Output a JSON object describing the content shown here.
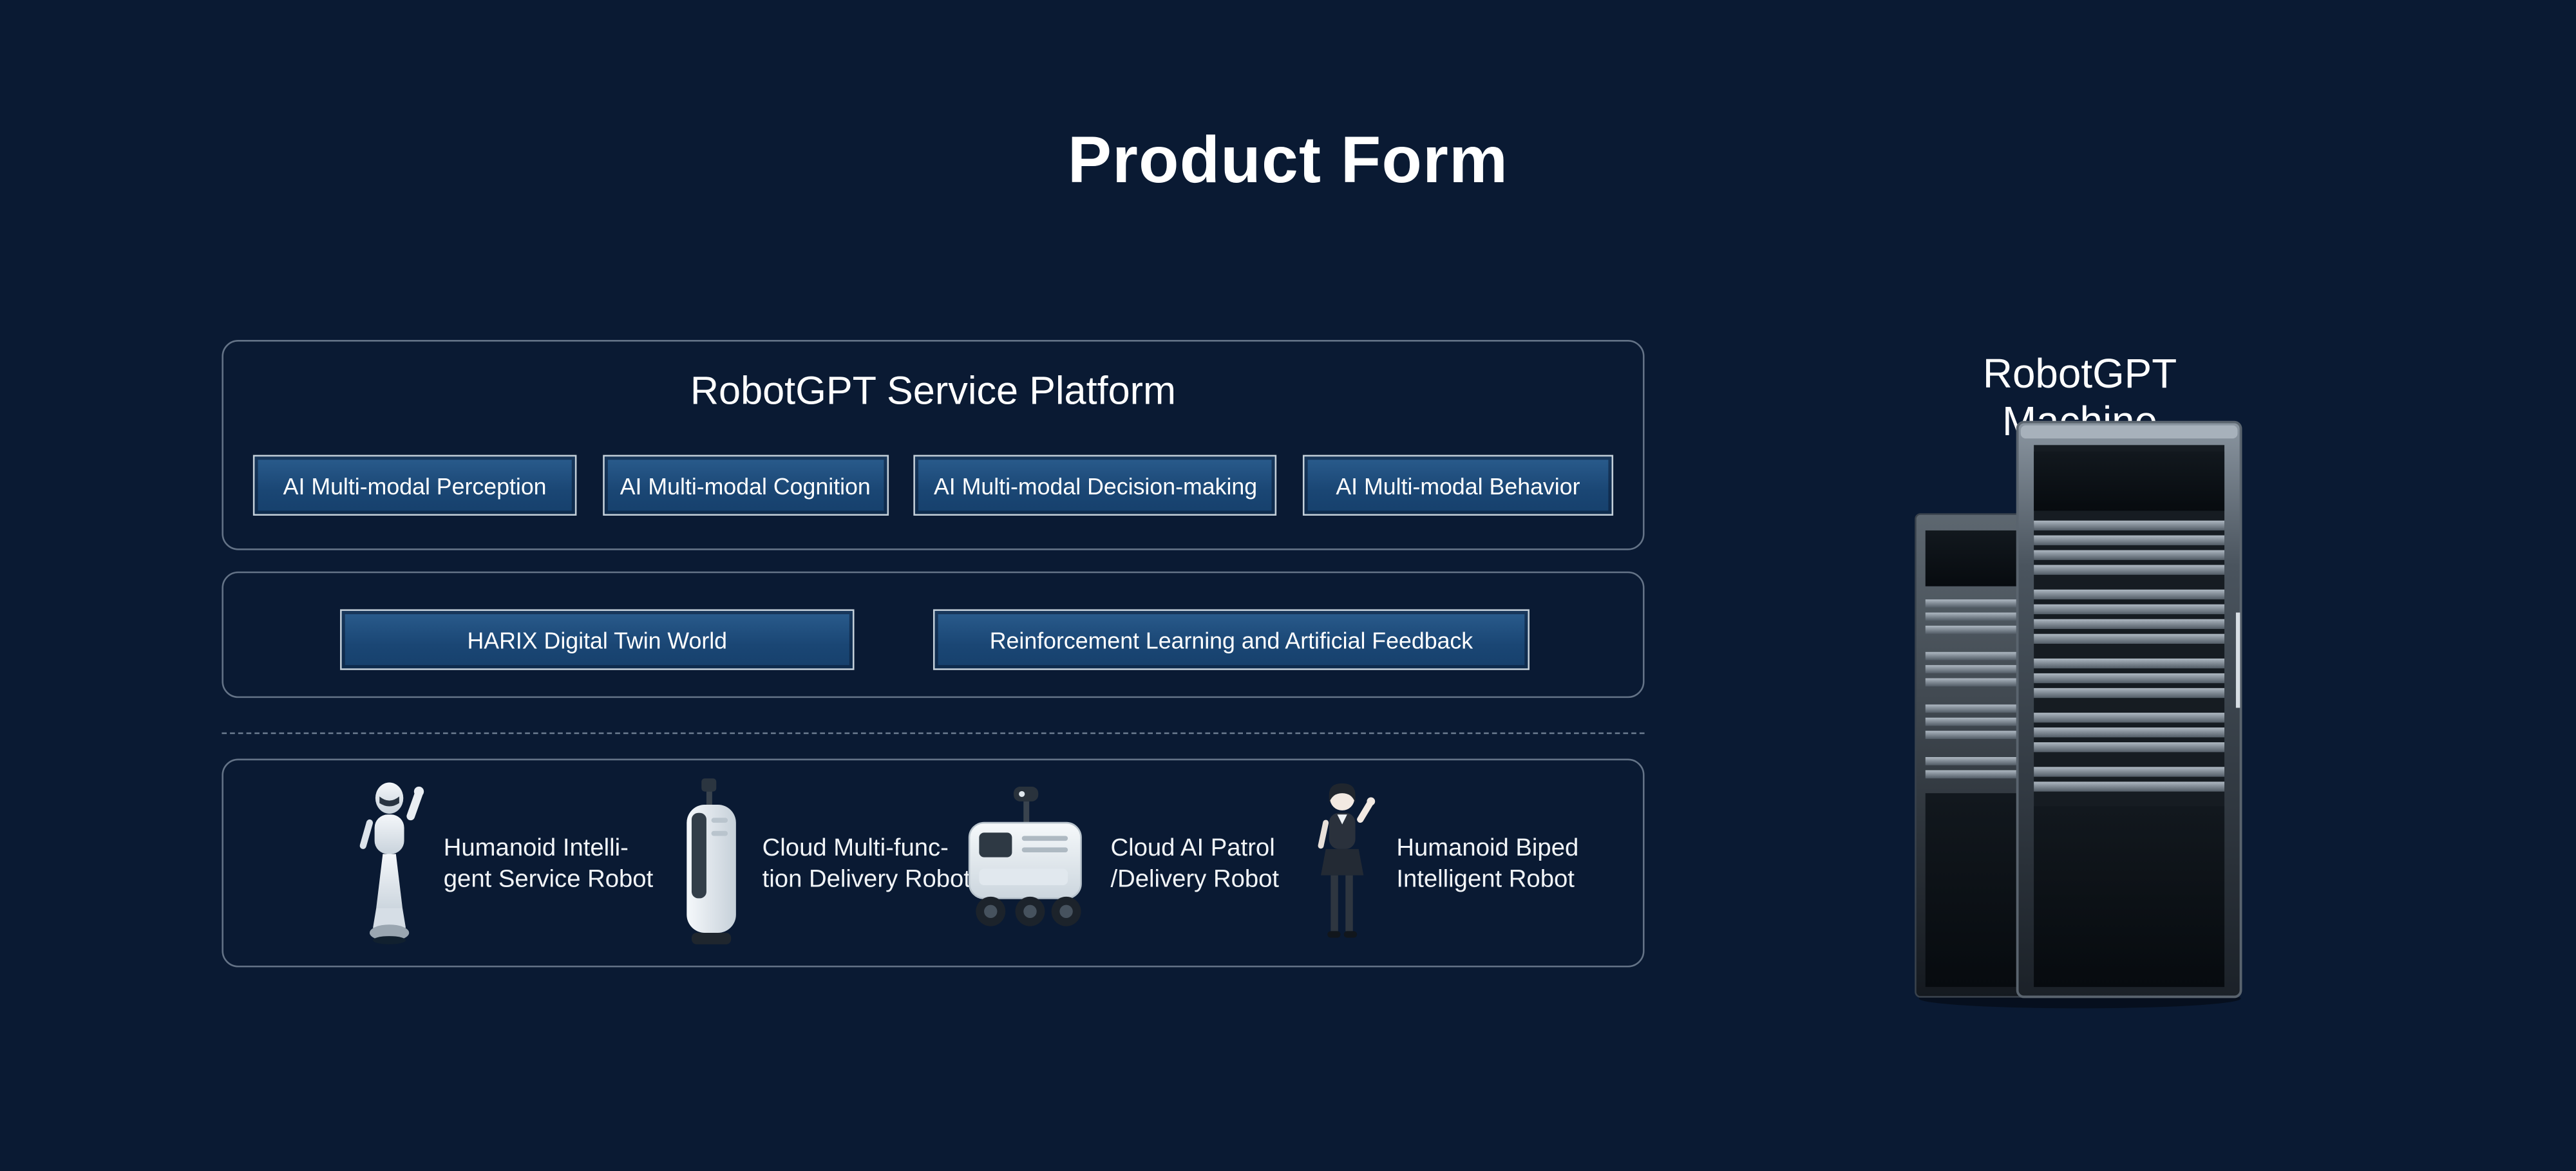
{
  "page": {
    "title": "Product Form"
  },
  "platform": {
    "title": "RobotGPT Service Platform",
    "modules": [
      {
        "label": "AI Multi-modal Perception"
      },
      {
        "label": "AI Multi-modal Cognition"
      },
      {
        "label": "AI Multi-modal Decision-making"
      },
      {
        "label": "AI Multi-modal Behavior"
      }
    ]
  },
  "middle": {
    "items": [
      {
        "label": "HARIX Digital Twin World"
      },
      {
        "label": "Reinforcement Learning and Artificial Feedback"
      }
    ]
  },
  "robots": {
    "items": [
      {
        "label_line1": "Humanoid Intelli-",
        "label_line2": "gent Service Robot"
      },
      {
        "label_line1": "Cloud Multi-func-",
        "label_line2": "tion Delivery Robot"
      },
      {
        "label_line1": "Cloud AI Patrol",
        "label_line2": "/Delivery Robot"
      },
      {
        "label_line1": "Humanoid Biped",
        "label_line2": "Intelligent Robot"
      }
    ]
  },
  "machine": {
    "title": "RobotGPT Machine"
  },
  "colors": {
    "background": "#0a1a33",
    "button_fill": "#1a4674",
    "button_border": "#c3cfd9",
    "panel_border": "#d2e0ee",
    "text": "#ffffff"
  }
}
